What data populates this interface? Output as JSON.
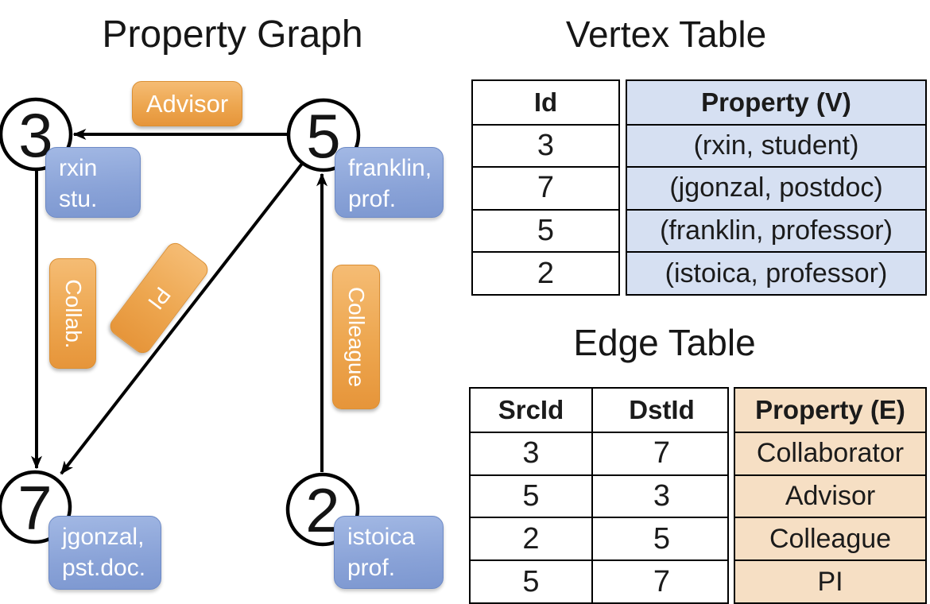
{
  "graph": {
    "title": "Property Graph",
    "nodes": [
      {
        "id": "3",
        "label_line1": "rxin",
        "label_line2": "stu."
      },
      {
        "id": "5",
        "label_line1": "franklin,",
        "label_line2": "prof."
      },
      {
        "id": "7",
        "label_line1": "jgonzal,",
        "label_line2": "pst.doc."
      },
      {
        "id": "2",
        "label_line1": "istoica",
        "label_line2": "prof."
      }
    ],
    "edges": [
      {
        "label": "Advisor",
        "src": "5",
        "dst": "3"
      },
      {
        "label": "Collab.",
        "src": "3",
        "dst": "7"
      },
      {
        "label": "PI",
        "src": "5",
        "dst": "7"
      },
      {
        "label": "Colleague",
        "src": "2",
        "dst": "5"
      }
    ]
  },
  "vertex_table": {
    "title": "Vertex Table",
    "columns": {
      "id": "Id",
      "property": "Property (V)"
    },
    "rows": [
      {
        "id": "3",
        "property": "(rxin, student)"
      },
      {
        "id": "7",
        "property": "(jgonzal, postdoc)"
      },
      {
        "id": "5",
        "property": "(franklin, professor)"
      },
      {
        "id": "2",
        "property": "(istoica, professor)"
      }
    ]
  },
  "edge_table": {
    "title": "Edge Table",
    "columns": {
      "src": "SrcId",
      "dst": "DstId",
      "property": "Property (E)"
    },
    "rows": [
      {
        "src": "3",
        "dst": "7",
        "property": "Collaborator"
      },
      {
        "src": "5",
        "dst": "3",
        "property": "Advisor"
      },
      {
        "src": "2",
        "dst": "5",
        "property": "Colleague"
      },
      {
        "src": "5",
        "dst": "7",
        "property": "PI"
      }
    ]
  },
  "colors": {
    "edge_label_orange": "#EDA64F",
    "vertex_label_blue": "#89A2D7",
    "vertex_property_fill": "#D6E0F2",
    "edge_property_fill": "#F6DFC4",
    "line_black": "#000000"
  }
}
